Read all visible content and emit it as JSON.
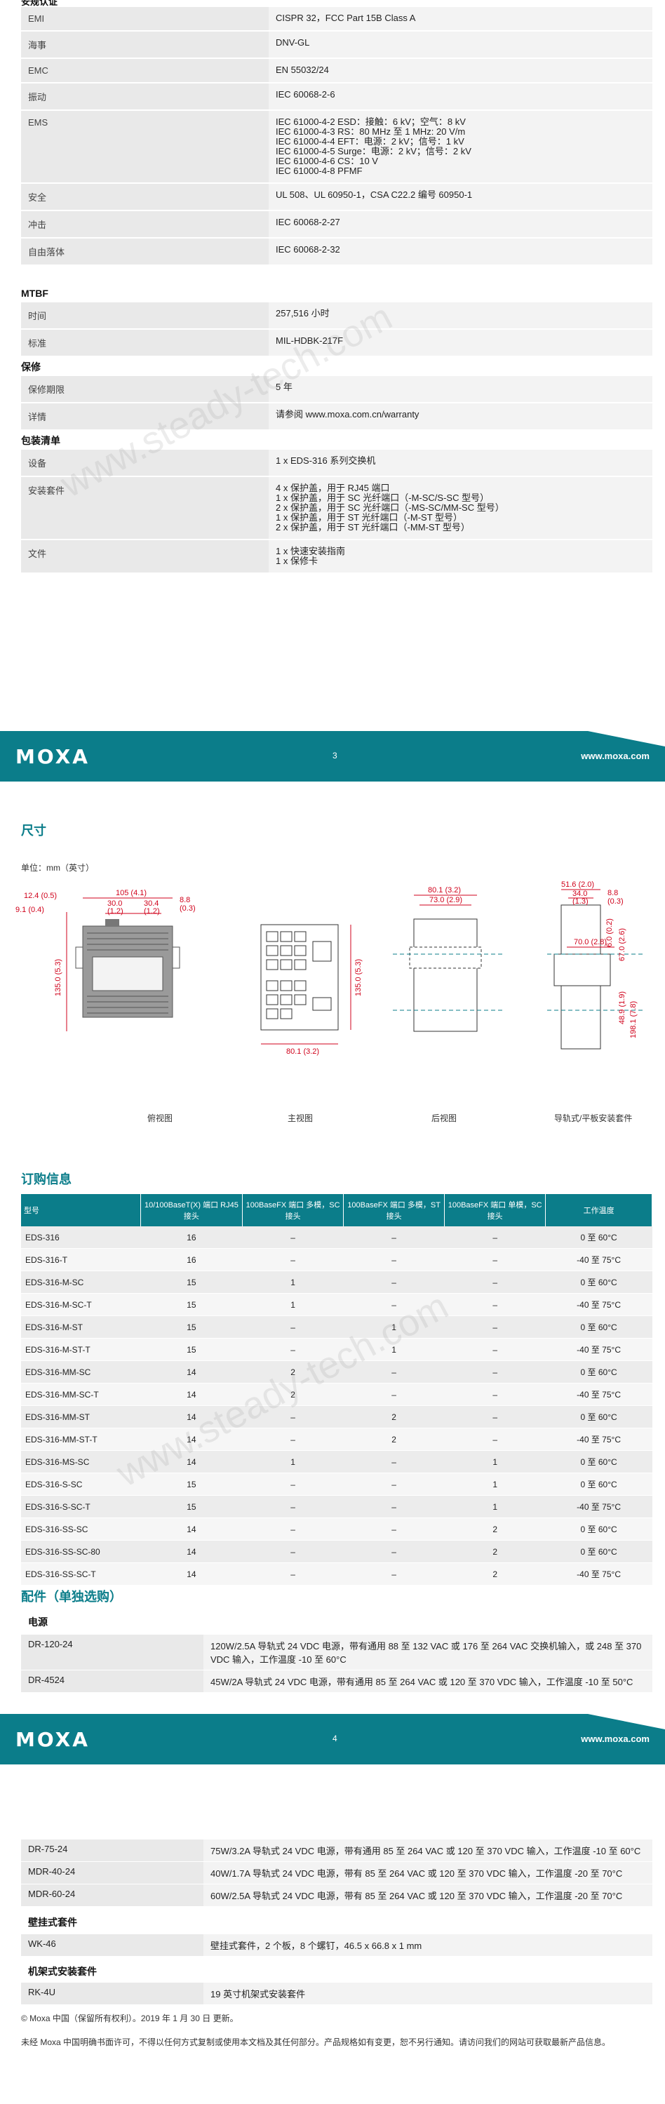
{
  "page1": {
    "top_partial_heading": "安规认证",
    "rows": [
      {
        "k": "EMI",
        "v": [
          "CISPR 32，FCC Part 15B Class A"
        ]
      },
      {
        "k": "海事",
        "v": [
          "DNV-GL"
        ]
      },
      {
        "k": "EMC",
        "v": [
          "EN 55032/24"
        ]
      },
      {
        "k": "振动",
        "v": [
          "IEC 60068-2-6"
        ]
      },
      {
        "k": "EMS",
        "v": [
          "IEC 61000-4-2 ESD：接触：6 kV；空气：8 kV",
          "IEC 61000-4-3 RS：80 MHz 至 1 MHz: 20 V/m",
          "IEC 61000-4-4 EFT：电源：2 kV；信号：1 kV",
          "IEC 61000-4-5 Surge：电源：2 kV；信号：2 kV",
          "IEC 61000-4-6 CS：10 V",
          "IEC 61000-4-8 PFMF"
        ]
      },
      {
        "k": "安全",
        "v": [
          "UL 508、UL 60950-1，CSA C22.2 编号 60950-1"
        ]
      },
      {
        "k": "冲击",
        "v": [
          "IEC 60068-2-27"
        ]
      },
      {
        "k": "自由落体",
        "v": [
          "IEC 60068-2-32"
        ]
      }
    ],
    "mtbf_title": "MTBF",
    "mtbf_rows": [
      {
        "k": "时间",
        "v": [
          "257,516 小时"
        ]
      },
      {
        "k": "标准",
        "v": [
          "MIL-HDBK-217F"
        ]
      }
    ],
    "warranty_title": "保修",
    "warranty_rows": [
      {
        "k": "保修期限",
        "v": [
          "5 年"
        ]
      },
      {
        "k": "详情",
        "v": [
          "请参阅 www.moxa.com.cn/warranty"
        ]
      }
    ],
    "package_title": "包装清单",
    "package_rows": [
      {
        "k": "设备",
        "v": [
          "1 x EDS-316 系列交换机"
        ]
      },
      {
        "k": "安装套件",
        "v": [
          "4 x 保护盖，用于 RJ45 端口",
          "1 x 保护盖，用于 SC 光纤端口（-M-SC/S-SC 型号）",
          "2 x 保护盖，用于 SC 光纤端口（-MS-SC/MM-SC 型号）",
          "1 x 保护盖，用于 ST 光纤端口（-M-ST 型号）",
          "2 x 保护盖，用于 ST 光纤端口（-MM-ST 型号）"
        ]
      },
      {
        "k": "文件",
        "v": [
          "1 x 快速安装指南",
          "1 x 保修卡"
        ]
      }
    ]
  },
  "band1": {
    "logo": "MOXA",
    "page": "3",
    "url": "www.moxa.com"
  },
  "band2": {
    "logo": "MOXA",
    "page": "4",
    "url": "www.moxa.com"
  },
  "watermark": "www.steady-tech.com",
  "dims": {
    "title": "尺寸",
    "unit": "单位：mm（英寸）",
    "views": [
      "俯视图",
      "主视图",
      "后视图",
      "导轨式/平板安装套件"
    ],
    "labels": {
      "a": "12.4 (0.5)",
      "b": "105 (4.1)",
      "c": "30.0",
      "c2": "(1.2)",
      "d": "30.4",
      "d2": "(1.2)",
      "e": "8.8",
      "e2": "(0.3)",
      "f": "9.1 (0.4)",
      "g": "135.0 (5.3)",
      "h": "135.0 (5.3)",
      "i": "80.1 (3.2)",
      "j": "80.1 (3.2)",
      "k": "73.0 (2.9)",
      "l": "51.6 (2.0)",
      "m": "34.0",
      "m2": "(1.3)",
      "n": "8.8",
      "n2": "(0.3)",
      "o": "6.0 (0.2)",
      "p": "67.0 (2.6)",
      "q": "70.0 (2.8)",
      "r": "48.9 (1.9)",
      "s": "198.1 (7.8)"
    }
  },
  "order": {
    "title": "订购信息",
    "headers": [
      "型号",
      "10/100BaseT(X) 端口 RJ45 接头",
      "100BaseFX 端口 多模，SC 接头",
      "100BaseFX 端口 多模，ST 接头",
      "100BaseFX 端口 单模，SC 接头",
      "工作温度"
    ],
    "rows": [
      [
        "EDS-316",
        "16",
        "–",
        "–",
        "–",
        "0 至 60°C"
      ],
      [
        "EDS-316-T",
        "16",
        "–",
        "–",
        "–",
        "-40 至 75°C"
      ],
      [
        "EDS-316-M-SC",
        "15",
        "1",
        "–",
        "–",
        "0 至 60°C"
      ],
      [
        "EDS-316-M-SC-T",
        "15",
        "1",
        "–",
        "–",
        "-40 至 75°C"
      ],
      [
        "EDS-316-M-ST",
        "15",
        "–",
        "1",
        "–",
        "0 至 60°C"
      ],
      [
        "EDS-316-M-ST-T",
        "15",
        "–",
        "1",
        "–",
        "-40 至 75°C"
      ],
      [
        "EDS-316-MM-SC",
        "14",
        "2",
        "–",
        "–",
        "0 至 60°C"
      ],
      [
        "EDS-316-MM-SC-T",
        "14",
        "2",
        "–",
        "–",
        "-40 至 75°C"
      ],
      [
        "EDS-316-MM-ST",
        "14",
        "–",
        "2",
        "–",
        "0 至 60°C"
      ],
      [
        "EDS-316-MM-ST-T",
        "14",
        "–",
        "2",
        "–",
        "-40 至 75°C"
      ],
      [
        "EDS-316-MS-SC",
        "14",
        "1",
        "–",
        "1",
        "0 至 60°C"
      ],
      [
        "EDS-316-S-SC",
        "15",
        "–",
        "–",
        "1",
        "0 至 60°C"
      ],
      [
        "EDS-316-S-SC-T",
        "15",
        "–",
        "–",
        "1",
        "-40 至 75°C"
      ],
      [
        "EDS-316-SS-SC",
        "14",
        "–",
        "–",
        "2",
        "0 至 60°C"
      ],
      [
        "EDS-316-SS-SC-80",
        "14",
        "–",
        "–",
        "2",
        "0 至 60°C"
      ],
      [
        "EDS-316-SS-SC-T",
        "14",
        "–",
        "–",
        "2",
        "-40 至 75°C"
      ]
    ]
  },
  "accessories": {
    "title": "配件（单独选购）",
    "power_title": "电源",
    "power_rows": [
      {
        "k": "DR-120-24",
        "v": "120W/2.5A 导轨式 24 VDC 电源，带有通用 88 至 132 VAC 或 176 至 264 VAC 交换机输入，或 248 至 370 VDC 输入，工作温度 -10 至 60°C"
      },
      {
        "k": "DR-4524",
        "v": "45W/2A 导轨式 24 VDC 电源，带有通用 85 至 264 VAC 或 120 至 370 VDC 输入，工作温度 -10 至 50°C"
      }
    ],
    "power_rows2": [
      {
        "k": "DR-75-24",
        "v": "75W/3.2A 导轨式 24 VDC 电源，带有通用 85 至 264 VAC 或 120 至 370 VDC 输入，工作温度 -10 至 60°C"
      },
      {
        "k": "MDR-40-24",
        "v": "40W/1.7A 导轨式 24 VDC 电源，带有 85 至 264 VAC 或 120 至 370 VDC 输入，工作温度 -20 至 70°C"
      },
      {
        "k": "MDR-60-24",
        "v": "60W/2.5A 导轨式 24 VDC 电源，带有 85 至 264 VAC 或 120 至 370 VDC 输入，工作温度 -20 至 70°C"
      }
    ],
    "wall_title": "壁挂式套件",
    "wall_rows": [
      {
        "k": "WK-46",
        "v": "壁挂式套件，2 个板，8 个螺钉，46.5 x 66.8 x 1 mm"
      }
    ],
    "rack_title": "机架式安装套件",
    "rack_rows": [
      {
        "k": "RK-4U",
        "v": "19 英寸机架式安装套件"
      }
    ]
  },
  "footer": {
    "copyright": "© Moxa 中国（保留所有权利）。2019 年 1 月 30 日 更新。",
    "notice": "未经 Moxa 中国明确书面许可，不得以任何方式复制或使用本文档及其任何部分。产品规格如有变更，恕不另行通知。请访问我们的网站可获取最新产品信息。"
  }
}
